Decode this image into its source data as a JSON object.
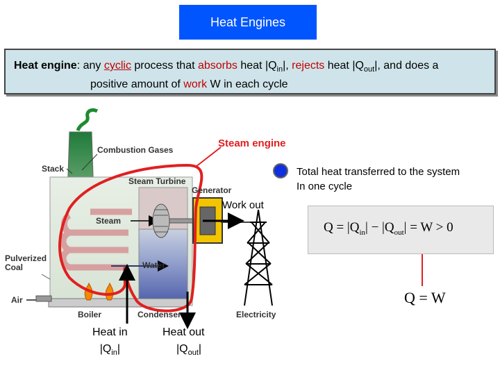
{
  "title": "Heat Engines",
  "definition": {
    "term": "Heat engine",
    "colon": ": any ",
    "cyclic": "cyclic",
    "t1": " process that ",
    "absorbs": "absorbs",
    "t2": " heat |Q",
    "in_sub": "in",
    "t3": "|, ",
    "rejects": "rejects",
    "t4": " heat |Q",
    "out_sub": "out",
    "t5": "|, and does a",
    "line2_a": "positive amount of ",
    "work": "work",
    "line2_b": " W in each cycle"
  },
  "diagram": {
    "combustion_gases": "Combustion Gases",
    "stack": "Stack",
    "steam_turbine": "Steam Turbine",
    "generator": "Generator",
    "steam": "Steam",
    "water": "Water",
    "pulverized": "Pulverized",
    "coal": "Coal",
    "air": "Air",
    "boiler": "Boiler",
    "condenser": "Condenser",
    "electricity": "Electricity"
  },
  "annotations": {
    "steam_engine": "Steam engine",
    "total_heat_line1": "Total heat transferred to the system",
    "total_heat_line2": "In one cycle",
    "work_out": "Work out",
    "heat_in": "Heat in",
    "heat_in_q": "|Q",
    "heat_in_sub": "in",
    "heat_in_bar": "|",
    "heat_out": "Heat out",
    "heat_out_q": "|Q",
    "heat_out_sub": "out",
    "heat_out_bar": "|"
  },
  "formula": {
    "main": "Q = |Q",
    "in_sub": "in",
    "mid": "| − |Q",
    "out_sub": "out",
    "end": "| = W > 0",
    "result": "Q = W"
  },
  "colors": {
    "title_bg": "#0055ff",
    "definition_bg": "#cfe4ea",
    "accent_red": "#c00000",
    "boundary_red": "#e02020",
    "generator_yellow": "#f2c500",
    "marker_blue": "#1030e0"
  }
}
